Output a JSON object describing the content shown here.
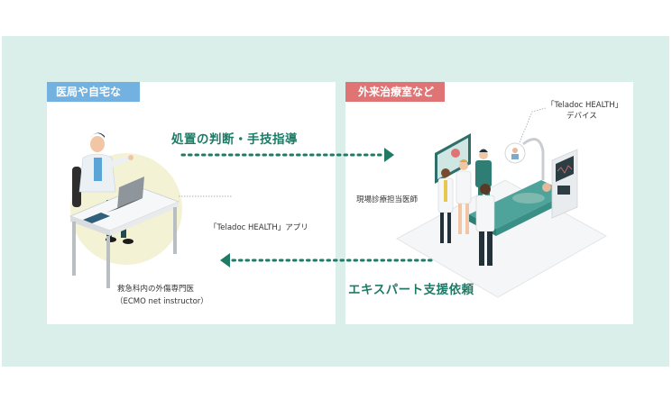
{
  "diagram": {
    "left_panel": {
      "tag": "医局や自宅など",
      "tag_color": "#72b1e0",
      "app_label": "「Teladoc HEALTH」アプリ",
      "person_label_line1": "救急科内の外傷専門医",
      "person_label_line2": "（ECMO net instructor）"
    },
    "right_panel": {
      "tag": "外来治療室など",
      "tag_color": "#e07373",
      "device_label_line1": "「Teladoc HEALTH」",
      "device_label_line2": "デバイス",
      "onsite_label": "現場診療担当医師"
    },
    "flows": [
      {
        "label": "処置の判断・手技指導",
        "direction": "right"
      },
      {
        "label": "エキスパート支援依頼",
        "direction": "left"
      }
    ],
    "colors": {
      "background": "#dbefea",
      "flow": "#1f7b66",
      "circle": "#f4f2d4"
    }
  }
}
